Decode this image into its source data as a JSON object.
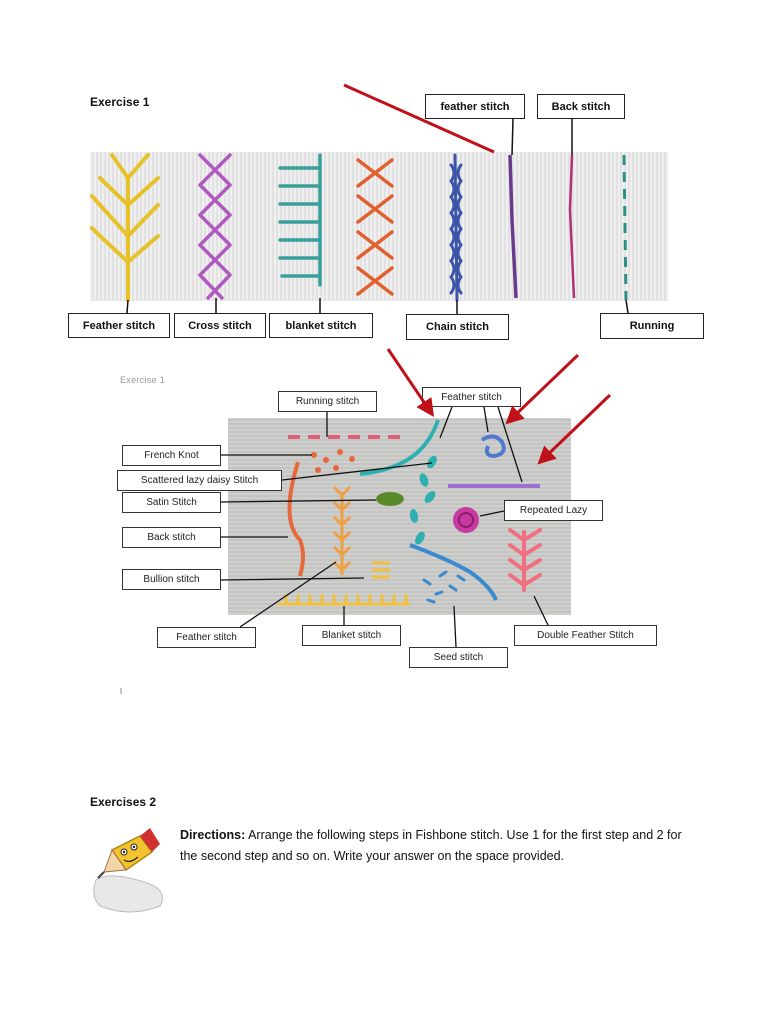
{
  "exercise1": {
    "heading": "Exercise 1",
    "top_labels": {
      "feather": "feather stitch",
      "back": "Back stitch"
    },
    "bottom_labels": {
      "feather": "Feather stitch",
      "cross": "Cross stitch",
      "blanket": "blanket stitch",
      "chain": "Chain stitch",
      "running": "Running"
    }
  },
  "sampler": {
    "faint_heading": "Exercise 1",
    "labels": {
      "running": "Running stitch",
      "french_knot": "French Knot",
      "lazy_daisy": "Scattered lazy daisy Stitch",
      "satin": "Satin Stitch",
      "back": "Back stitch",
      "bullion": "Bullion stitch",
      "feather_bottom": "Feather stitch",
      "blanket": "Blanket stitch",
      "seed": "Seed stitch",
      "double_feather": "Double Feather Stitch",
      "repeated_lazy": "Repeated Lazy",
      "feather_top": "Feather stitch"
    }
  },
  "exercise2": {
    "heading": "Exercises 2",
    "directions_label": "Directions:",
    "directions_text": " Arrange the following steps in Fishbone stitch. Use 1 for the first step and 2 for the second step and so on. Write your answer on the space provided."
  },
  "colors": {
    "arrow": "#c0101a",
    "yellow": "#e6c12a",
    "purple": "#b05ac0",
    "teal": "#3a9f9a",
    "orange": "#e0602f",
    "blue": "#3d55a8",
    "violet": "#6a3a8c",
    "magenta": "#b0307a",
    "pink": "#e0607a",
    "coral": "#e8683e"
  }
}
